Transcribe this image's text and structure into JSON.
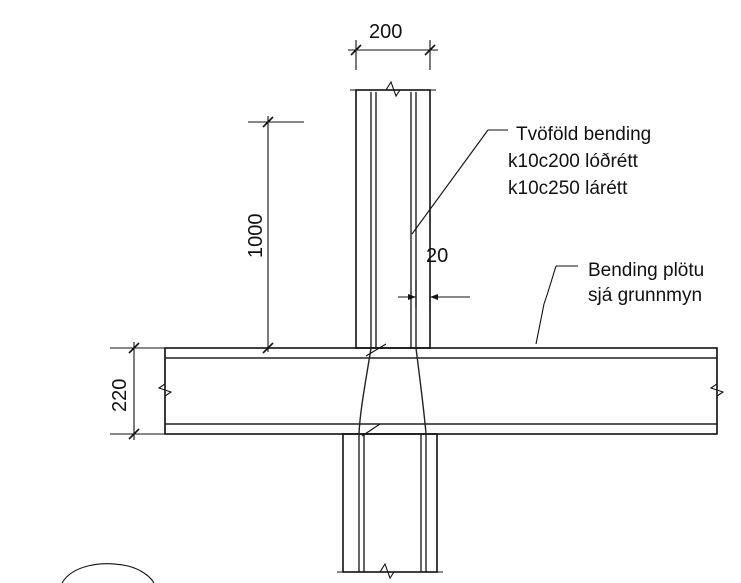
{
  "drawing": {
    "dimensions": {
      "wall_thickness": "200",
      "wall_height": "1000",
      "cover": "20",
      "slab_thickness": "220"
    },
    "notes": {
      "wall_reinforcement": {
        "line1": "Tvöföld bending",
        "line2": "k10c200 lóðrétt",
        "line3": "k10c250 lárétt"
      },
      "slab_reinforcement": {
        "line1": "Bending plötu",
        "line2": "sjá grunnmyn"
      }
    },
    "colors": {
      "ink": "#111111",
      "concrete_fill": "#d6d6d6",
      "background": "#ffffff"
    }
  }
}
